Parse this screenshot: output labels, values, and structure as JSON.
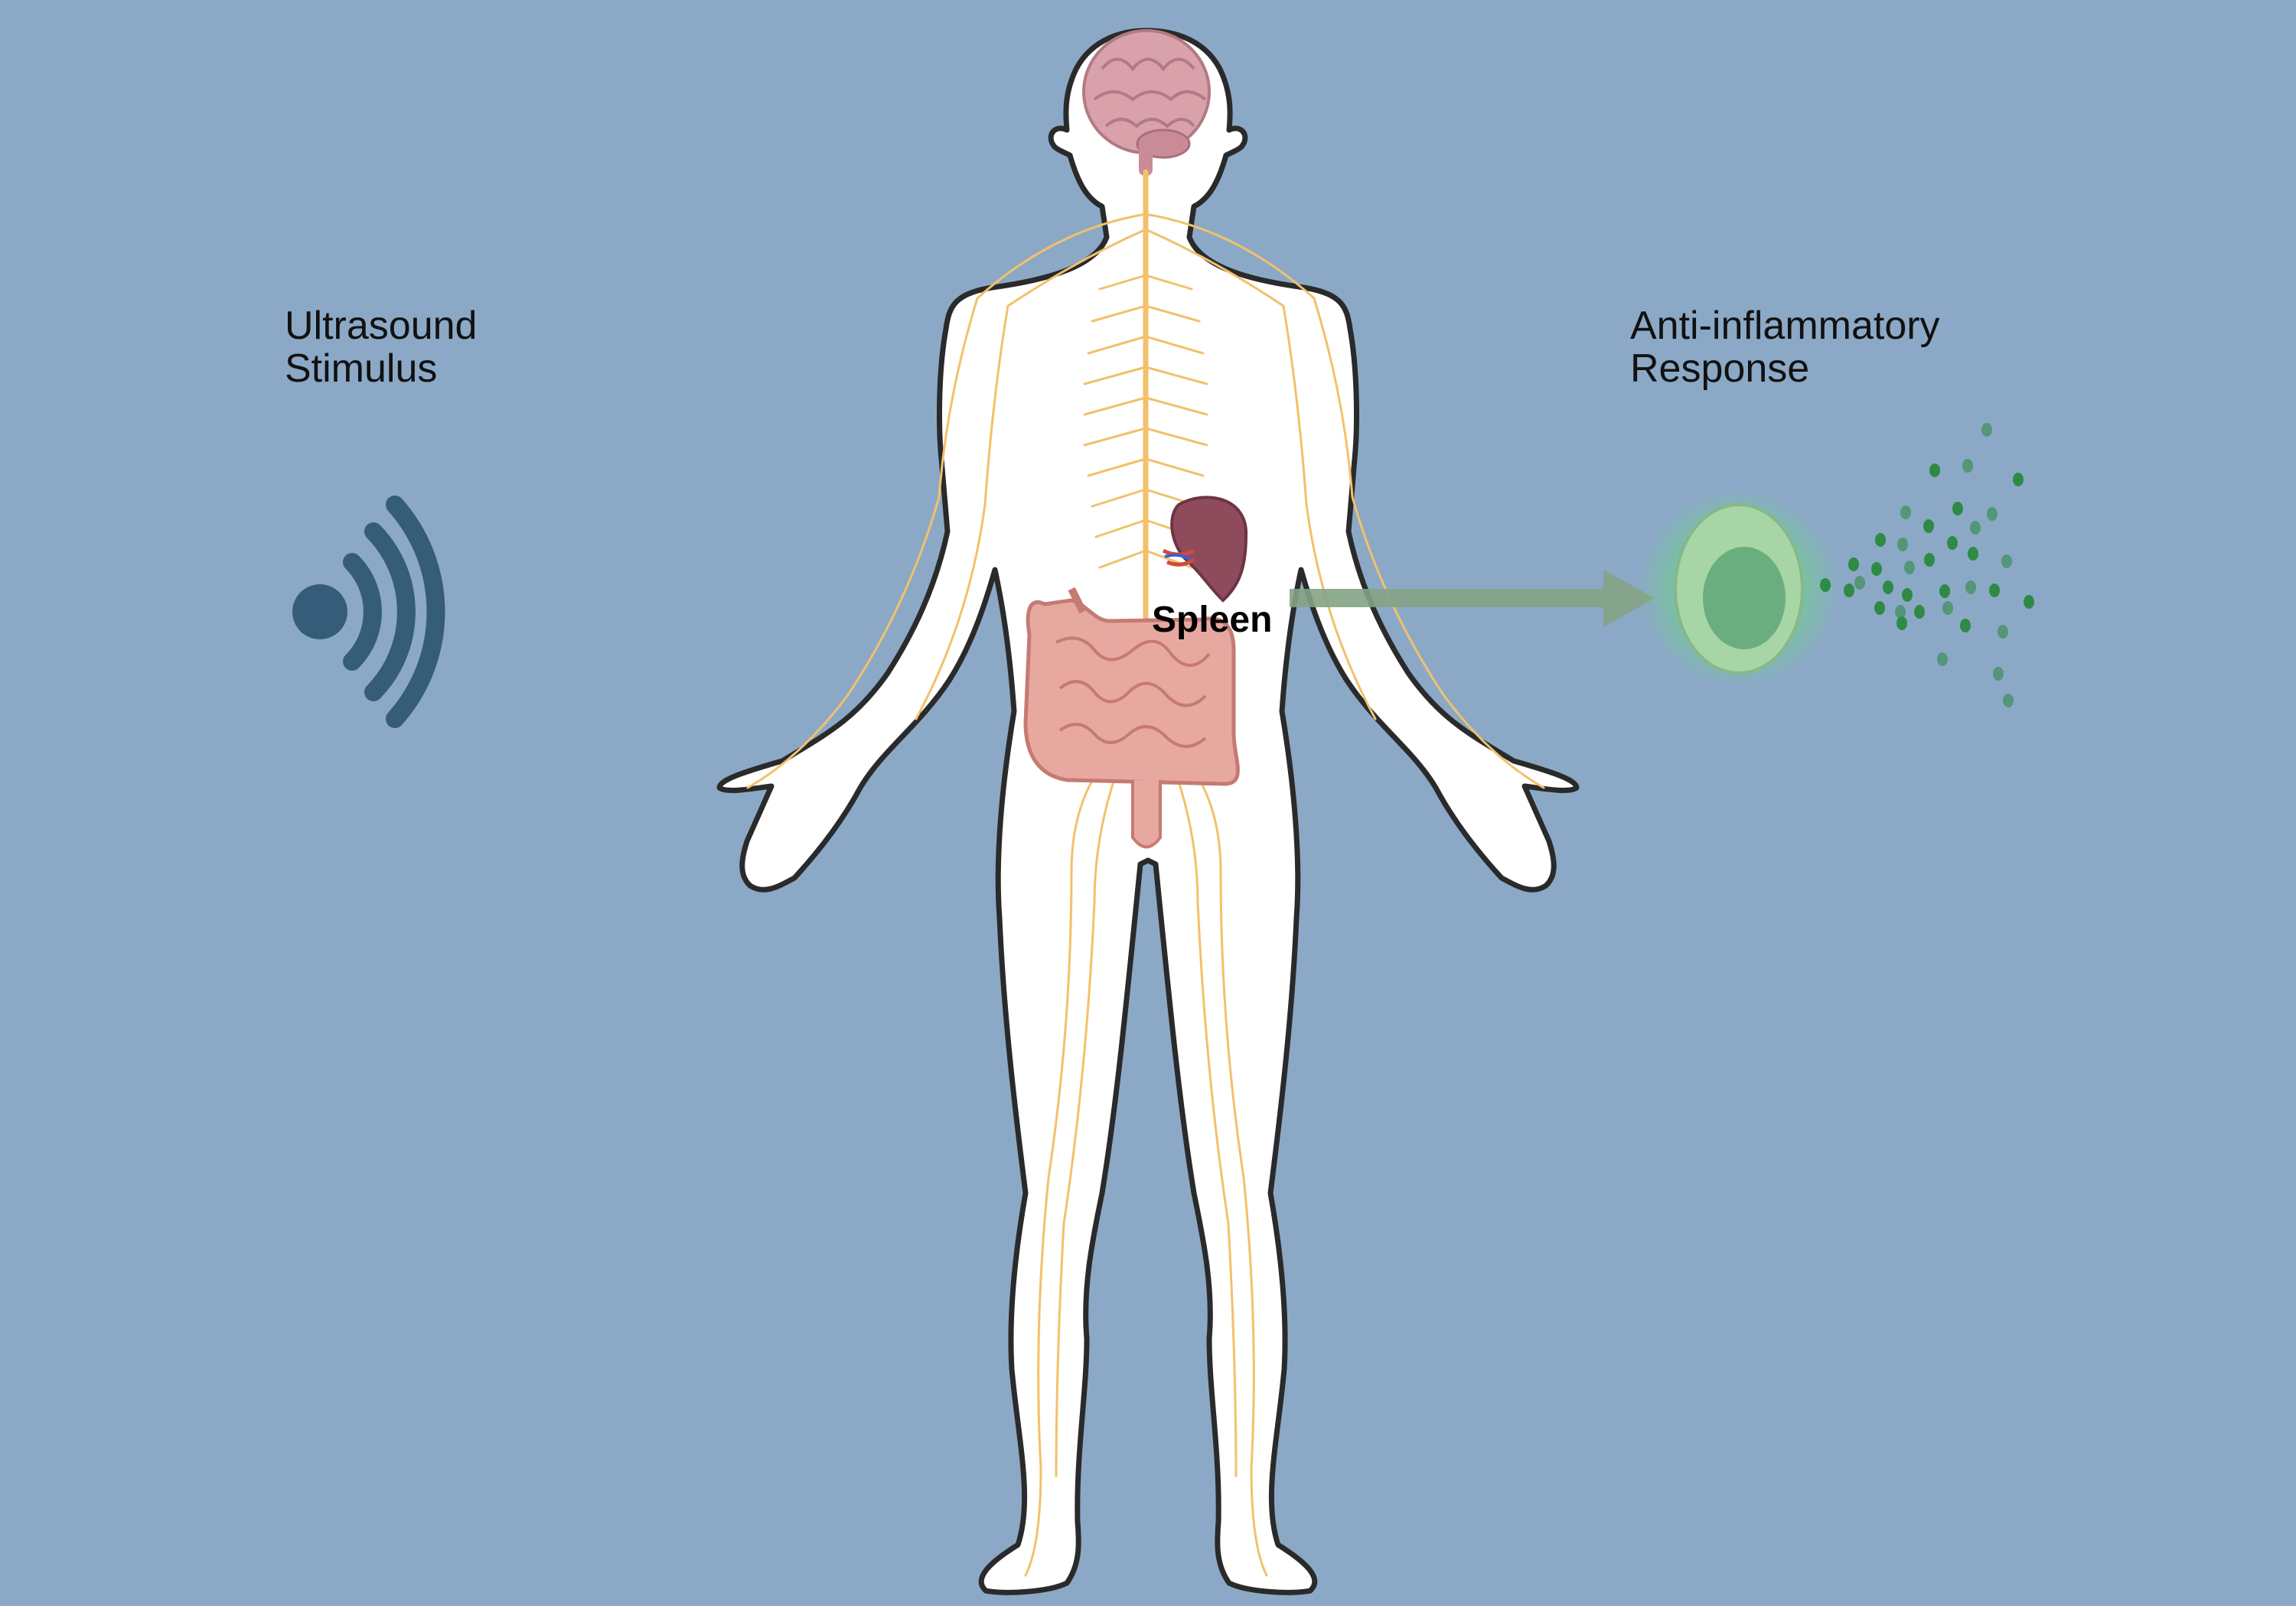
{
  "labels": {
    "stimulus": "Ultrasound\nStimulus",
    "response": "Anti-inflammatory\nResponse",
    "organ": "Spleen"
  },
  "icons": {
    "stimulus": "ultrasound-wave-icon",
    "effect_cell": "immune-cell-icon",
    "released_particles": "cytokine-particles-icon"
  },
  "colors": {
    "background": "#8ba9c6",
    "wave": "#355c78",
    "nerves": "#f2c16b",
    "arrow": "#84a384",
    "cell_outer": "#a8d5a6",
    "cell_inner": "#6aae7f",
    "particles": "#2f8a45",
    "brain": "#d9a2aa",
    "spleen": "#8e4b5c",
    "intestines": "#e7a8a0"
  }
}
